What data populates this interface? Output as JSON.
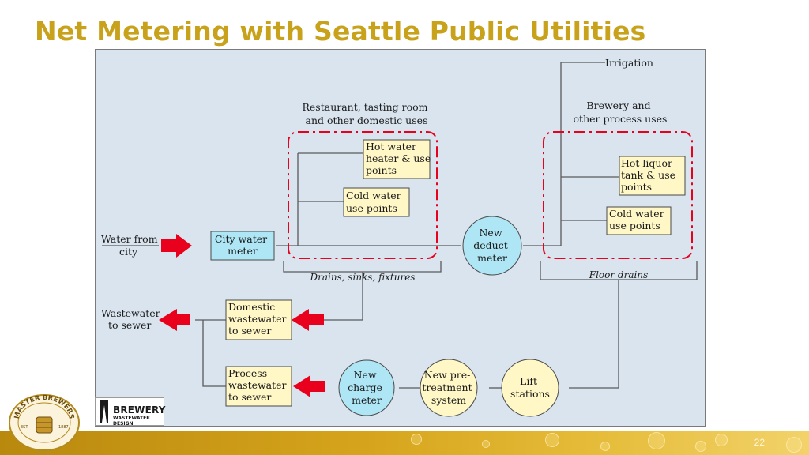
{
  "title": "Net Metering with Seattle Public Utilities",
  "page_number": "22",
  "colors": {
    "title": "#c8a21a",
    "diagram_bg": "#d9e4ef",
    "meter_box": "#aee6f5",
    "use_box": "#fff7c6",
    "new_meter_circle": "#aee6f5",
    "process_circle": "#fff7c6",
    "red_arrow": "#e8001c",
    "dashed_region": "#e8001c",
    "footer": "#d6a41c"
  },
  "diagram": {
    "water_from_city": [
      "Water from",
      "city"
    ],
    "city_water_meter": [
      "City water",
      "meter"
    ],
    "restaurant_caption": [
      "Restaurant, tasting room",
      "and other domestic uses"
    ],
    "hot_water_heater": [
      "Hot water",
      "heater & use",
      "points"
    ],
    "cold_water_left": [
      "Cold water",
      "use points"
    ],
    "new_deduct_meter": [
      "New",
      "deduct",
      "meter"
    ],
    "irrigation": "Irrigation",
    "brewery_caption": [
      "Brewery and",
      "other process uses"
    ],
    "hot_liquor_tank": [
      "Hot liquor",
      "tank & use",
      "points"
    ],
    "cold_water_right": [
      "Cold water",
      "use points"
    ],
    "drains_sinks": "Drains, sinks, fixtures",
    "floor_drains": "Floor drains",
    "wastewater_to_sewer": [
      "Wastewater",
      "to sewer"
    ],
    "domestic_wastewater": [
      "Domestic",
      "wastewater",
      "to sewer"
    ],
    "process_wastewater": [
      "Process",
      "wastewater",
      "to sewer"
    ],
    "new_charge_meter": [
      "New",
      "charge",
      "meter"
    ],
    "pretreatment": [
      "New pre-",
      "treatment",
      "system"
    ],
    "lift_stations": [
      "Lift",
      "stations"
    ]
  },
  "logos": {
    "master_brewers": "Master Brewers Association of the Americas",
    "master_brewers_ring": "MASTER BREWERS",
    "master_brewers_est": "EST.",
    "master_brewers_year": "1887",
    "brewery_title": "BREWERY",
    "brewery_subtitle": "WASTEWATER DESIGN"
  }
}
